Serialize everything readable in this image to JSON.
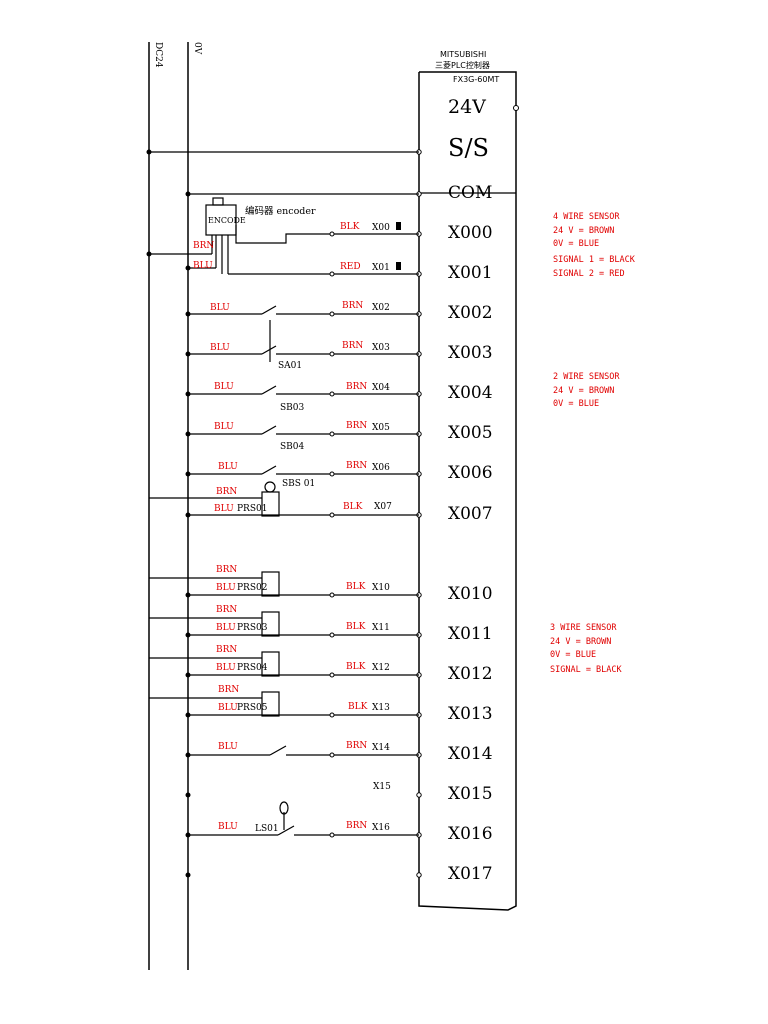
{
  "rails": {
    "dc24": "DC24",
    "zero": "0V"
  },
  "plc": {
    "brand": "MITSUBISHI",
    "name_cn": "三菱PLC控制器",
    "model": "FX3G-60MT"
  },
  "terminals": [
    "24V",
    "S/S",
    "COM",
    "X000",
    "X001",
    "X002",
    "X003",
    "X004",
    "X005",
    "X006",
    "X007",
    "X010",
    "X011",
    "X012",
    "X013",
    "X014",
    "X015",
    "X016",
    "X017"
  ],
  "encoder": {
    "box": "ENCODE",
    "label": "编码器 encoder"
  },
  "wires": {
    "blk": "BLK",
    "red": "RED",
    "blu": "BLU",
    "brn": "BRN"
  },
  "addresses": [
    "X00",
    "X01",
    "X02",
    "X03",
    "X04",
    "X05",
    "X06",
    "X07",
    "X10",
    "X11",
    "X12",
    "X13",
    "X14",
    "X15",
    "X16"
  ],
  "devices": {
    "sa01": "SA01",
    "sb03": "SB03",
    "sb04": "SB04",
    "sbs01": "SBS 01",
    "prs01": "PRS01",
    "prs02": "PRS02",
    "prs03": "PRS03",
    "prs04": "PRS04",
    "prs05": "PRS05",
    "ls01": "LS01"
  },
  "notes": {
    "four_wire": [
      "4 WIRE SENSOR",
      "24 V = BROWN",
      "0V = BLUE",
      "SIGNAL 1 = BLACK",
      "SIGNAL 2 = RED"
    ],
    "two_wire": [
      "2 WIRE SENSOR",
      "24 V = BROWN",
      "0V = BLUE"
    ],
    "three_wire": [
      "3 WIRE SENSOR",
      "24 V = BROWN",
      "0V = BLUE",
      "SIGNAL = BLACK"
    ]
  }
}
